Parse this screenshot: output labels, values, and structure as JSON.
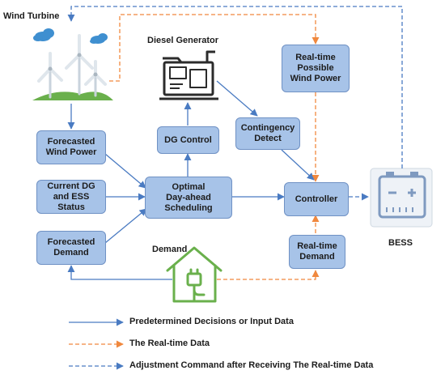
{
  "labels": {
    "wind_turbine": "Wind Turbine",
    "diesel_generator": "Diesel Generator",
    "demand": "Demand",
    "bess": "BESS"
  },
  "boxes": {
    "forecasted_wind_power": "Forecasted\nWind Power",
    "current_dg_ess_status": "Current DG\nand ESS Status",
    "forecasted_demand": "Forecasted\nDemand",
    "dg_control": "DG Control",
    "optimal_scheduling": "Optimal\nDay-ahead\nScheduling",
    "contingency_detect": "Contingency\nDetect",
    "realtime_wind_power": "Real-time\nPossible\nWind Power",
    "controller": "Controller",
    "realtime_demand": "Real-time\nDemand"
  },
  "legend": [
    {
      "text": "Predetermined Decisions or Input Data",
      "style": "solid",
      "color": "#4a7bc2"
    },
    {
      "text": "The Real-time Data",
      "style": "dashed",
      "color": "#f0883e"
    },
    {
      "text": "Adjustment Command after Receiving The Real-time Data",
      "style": "dashed",
      "color": "#4a7bc2"
    }
  ],
  "colors": {
    "box_fill": "#a7c3e8",
    "box_border": "#6f91c4",
    "arrow_blue": "#4a7bc2",
    "arrow_orange": "#f0883e",
    "icon_green": "#6ab04c"
  },
  "icons": [
    "wind-turbine-icon",
    "diesel-generator-icon",
    "house-plug-icon",
    "battery-icon"
  ]
}
